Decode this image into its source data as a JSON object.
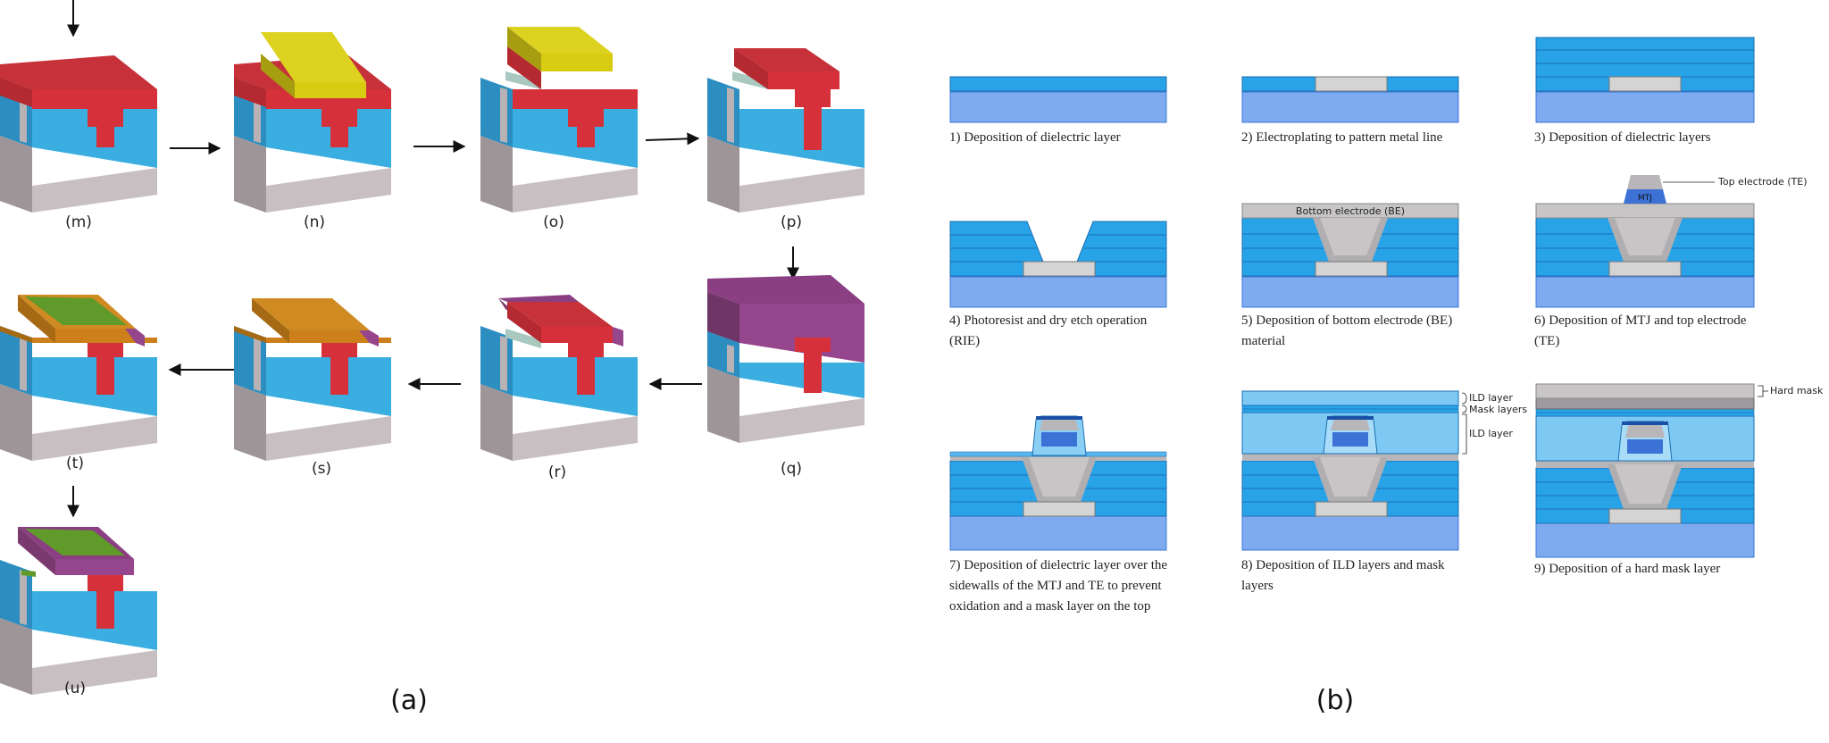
{
  "panel_a": {
    "letter": "(a)",
    "steps": [
      {
        "id": "m",
        "label": "(m)"
      },
      {
        "id": "n",
        "label": "(n)"
      },
      {
        "id": "o",
        "label": "(o)"
      },
      {
        "id": "p",
        "label": "(p)"
      },
      {
        "id": "q",
        "label": "(q)"
      },
      {
        "id": "r",
        "label": "(r)"
      },
      {
        "id": "s",
        "label": "(s)"
      },
      {
        "id": "t",
        "label": "(t)"
      },
      {
        "id": "u",
        "label": "(u)"
      }
    ]
  },
  "panel_b": {
    "letter": "(b)",
    "steps": [
      {
        "caption": "1) Deposition of dielectric layer"
      },
      {
        "caption": "2) Electroplating to pattern metal line"
      },
      {
        "caption": "3) Deposition of dielectric layers"
      },
      {
        "caption": "4) Photoresist and dry etch operation (RIE)"
      },
      {
        "caption": "5) Deposition of bottom electrode (BE) material"
      },
      {
        "caption": "6) Deposition of MTJ and top electrode (TE)"
      },
      {
        "caption": "7) Deposition of dielectric layer over the sidewalls of the MTJ and TE to prevent oxidation and a mask layer on the top"
      },
      {
        "caption": "8) Deposition of ILD layers and mask layers"
      },
      {
        "caption": "9) Deposition of a hard mask layer"
      }
    ],
    "labels": {
      "bottom_electrode": "Bottom electrode (BE)",
      "top_electrode": "Top electrode (TE)",
      "mtj": "MTJ",
      "ild_layer": "ILD layer",
      "mask_layers": "Mask layers",
      "hard_mask": "Hard mask"
    }
  },
  "colors": {
    "blue": "#3aaee0",
    "red": "#d6303a",
    "yellow": "#d8cc12",
    "purple": "#96468c",
    "orange": "#cc7f1a",
    "green": "#5f9a2a",
    "substrate_gray": "#c8bfc2",
    "dielectric_blue": "#29a3e8",
    "substrate_blue": "#7eaaf0",
    "metal_gray": "#c8c5c6"
  }
}
